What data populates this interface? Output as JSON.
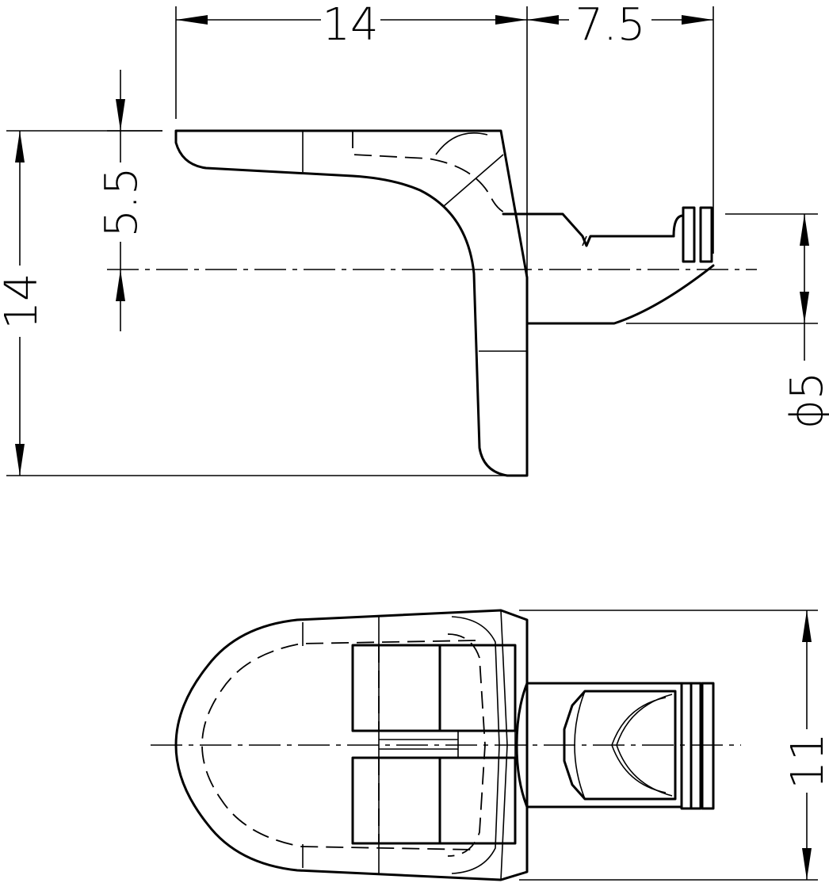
{
  "dimensions": {
    "top_width": "14",
    "peg_length": "7.5",
    "offset_height": "5.5",
    "total_height": "14",
    "peg_diameter": "ϕ5",
    "bottom_width": "11"
  },
  "colors": {
    "line": "#000000",
    "background": "#ffffff"
  }
}
